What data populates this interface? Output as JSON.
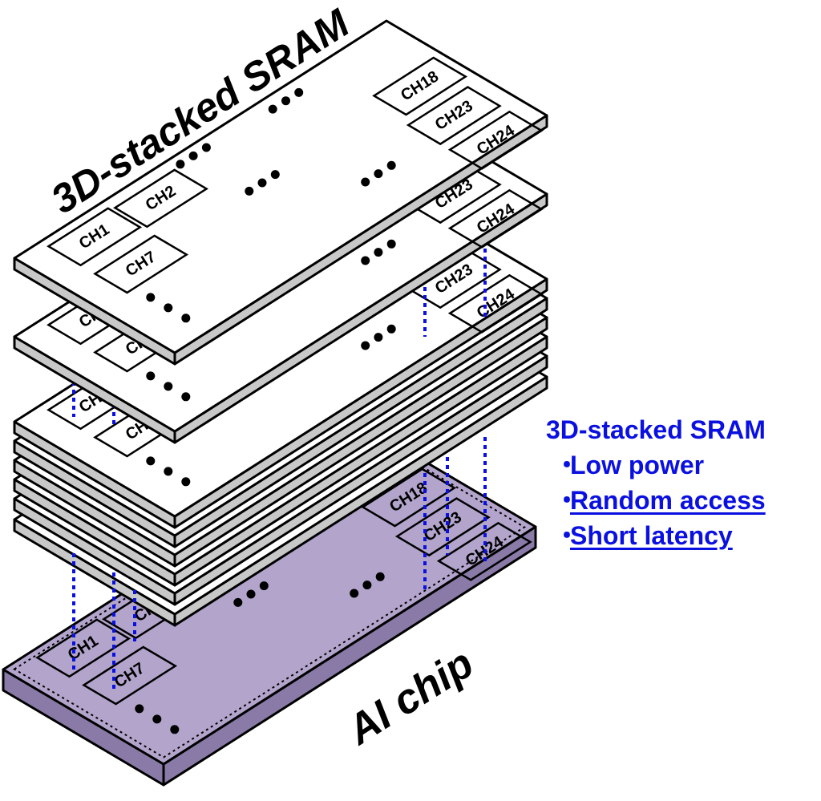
{
  "top_label": "3D-stacked SRAM",
  "chip_label": "AI chip",
  "channels": [
    "CH1",
    "CH2",
    "CH7",
    "CH18",
    "CH23",
    "CH24"
  ],
  "legend": {
    "title": "3D-stacked SRAM",
    "bullet": "・",
    "items": [
      {
        "text": "Low power",
        "underlined": false
      },
      {
        "text": "Random access",
        "underlined": true
      },
      {
        "text": "Short latency",
        "underlined": true
      }
    ]
  },
  "colors": {
    "chip_fill": "#b3a4cc",
    "chip_side": "#8a7aa8",
    "layer_fill": "#ffffff",
    "layer_side": "#c8c8c8",
    "tsv": "#0a10e0",
    "legend_text": "#0a10e0",
    "outline": "#000000"
  }
}
